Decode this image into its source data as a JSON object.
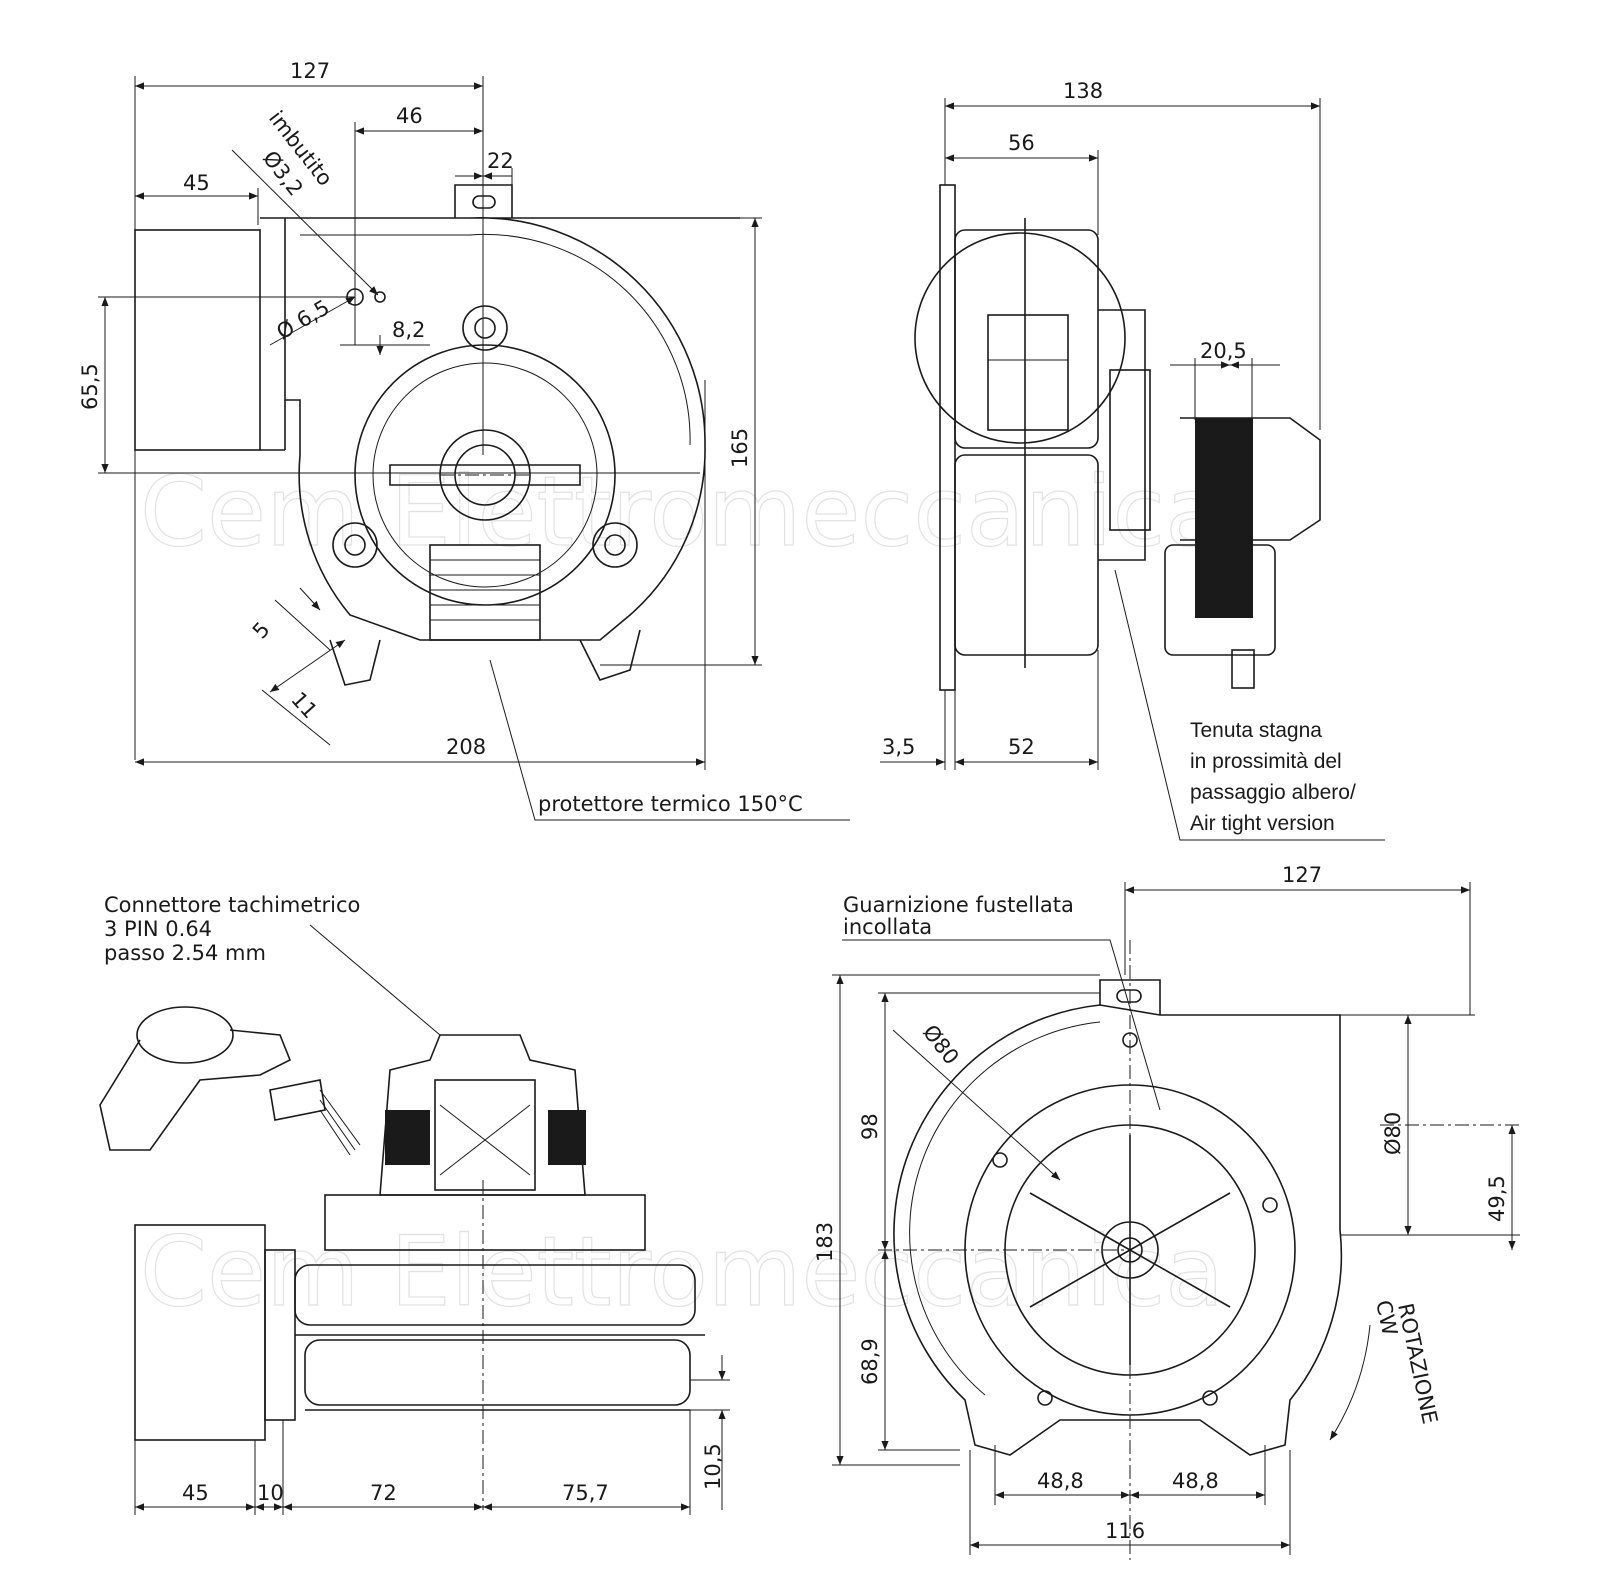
{
  "watermark": "Cem Elettromeccanica",
  "front_view": {
    "dim_127": "127",
    "dim_46": "46",
    "dim_22": "22",
    "dim_45": "45",
    "dim_imbutito": "imbutito",
    "dim_d32": "Ø3,2",
    "dim_d65": "Ø 6,5",
    "dim_82": "8,2",
    "dim_655": "65,5",
    "dim_165": "165",
    "dim_5": "5",
    "dim_11": "11",
    "dim_208": "208",
    "label_thermal": "protettore termico 150°C"
  },
  "side_view": {
    "dim_138": "138",
    "dim_56": "56",
    "dim_205": "20,5",
    "dim_35": "3,5",
    "dim_52": "52",
    "note_line1": "Tenuta stagna",
    "note_line2": "in prossimità del",
    "note_line3": "passaggio albero/",
    "note_line4": "Air tight version"
  },
  "bottom_left": {
    "connector_line1": "Connettore tachimetrico",
    "connector_line2": "3 PIN 0.64",
    "connector_line3": "passo 2.54 mm",
    "dim_45": "45",
    "dim_10": "10",
    "dim_72": "72",
    "dim_757": "75,7",
    "dim_105": "10,5"
  },
  "bottom_right": {
    "gasket_line1": "Guarnizione fustellata",
    "gasket_line2": "incollata",
    "dim_127": "127",
    "dim_d80a": "Ø80",
    "dim_d80b": "Ø80",
    "dim_98": "98",
    "dim_183": "183",
    "dim_689": "68,9",
    "dim_495": "49,5",
    "dim_488a": "48,8",
    "dim_488b": "48,8",
    "dim_116": "116",
    "rotation_line1": "ROTAZIONE",
    "rotation_line2": "CW"
  }
}
